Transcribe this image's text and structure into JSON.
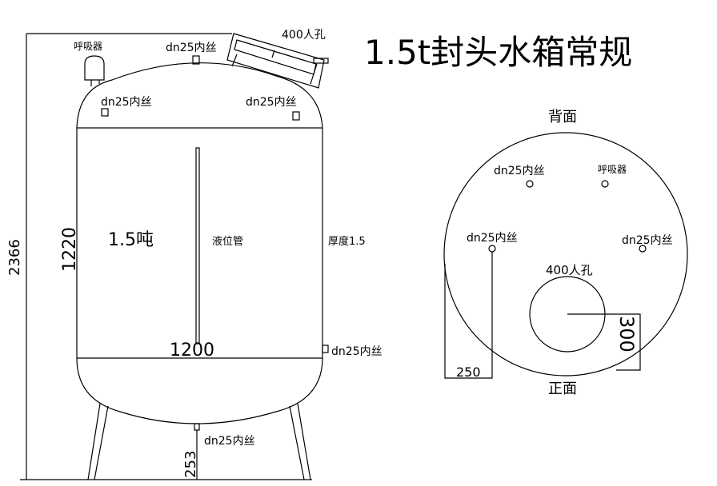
{
  "title": "1.5t封头水箱常规",
  "side_view": {
    "breather_label": "呼吸器",
    "top_port_label": "dn25内丝",
    "manhole_label": "400人孔",
    "left_port_label": "dn25内丝",
    "right_port_label": "dn25内丝",
    "capacity_label": "1.5吨",
    "gauge_label": "液位管",
    "thickness_label": "厚度1.5",
    "side_port_label": "dn25内丝",
    "bottom_port_label": "dn25内丝",
    "dim_total_height": "2366",
    "dim_body_height": "1220",
    "dim_diameter": "1200",
    "dim_leg_height": "253"
  },
  "top_view": {
    "back_label": "背面",
    "front_label": "正面",
    "port_top_left_label": "dn25内丝",
    "breather_label": "呼吸器",
    "port_left_label": "dn25内丝",
    "port_right_label": "dn25内丝",
    "manhole_label": "400人孔",
    "dim_offset": "250",
    "dim_manhole": "300"
  }
}
